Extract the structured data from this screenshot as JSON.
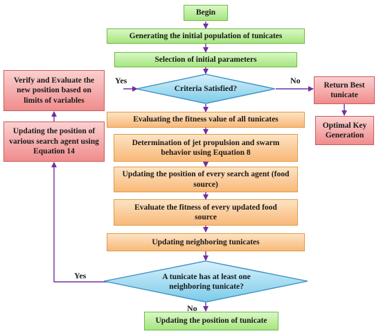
{
  "nodes": {
    "begin": "Begin",
    "init_population": "Generating the initial population of tunicates",
    "init_params": "Selection of initial parameters",
    "criteria": "Criteria Satisfied?",
    "evaluate_fitness": "Evaluating the fitness value of all tunicates",
    "jet_propulsion": "Determination of jet propulsion and swarm behavior using Equation 8",
    "update_search_agent": "Updating the position of every search agent (food source)",
    "evaluate_updated": "Evaluate the fitness of every updated food source",
    "update_neighbors": "Updating neighboring tunicates",
    "neighbor_check": "A tunicate has at least one neighboring tunicate?",
    "update_tunicate": "Updating the position of tunicate",
    "verify_position": "Verify and Evaluate the new position based on limits of variables",
    "update_various": "Updating the position of various search agent using Equation 14",
    "return_best": "Return Best tunicate",
    "optimal_key": "Optimal Key Generation"
  },
  "edge_labels": {
    "criteria_yes": "Yes",
    "criteria_no": "No",
    "neighbor_yes": "Yes",
    "neighbor_no": "No"
  }
}
